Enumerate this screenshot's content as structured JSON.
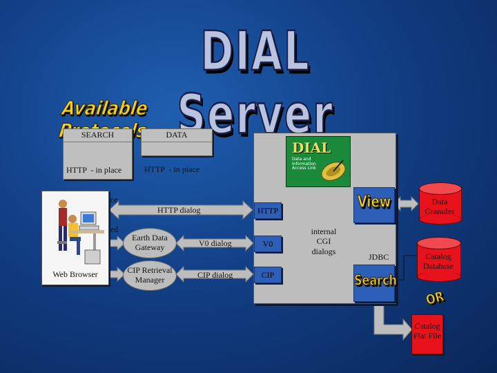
{
  "title": "DIAL Server",
  "subtitle": "Available Protocols",
  "search_box": {
    "header": "SEARCH",
    "lines": [
      "HTTP  - in place",
      "V0     - in place",
      "CIP    - planned"
    ]
  },
  "data_box": {
    "header": "DATA",
    "lines": [
      "HTTP  - in place"
    ]
  },
  "logo": {
    "text": "DIAL",
    "caption": "Data and Information Access Link"
  },
  "client_label": "Web Browser",
  "earth_data_gateway": "Earth Data Gateway",
  "cip_retrieval_manager": "CIP Retrieval Manager",
  "http_dialog": "HTTP dialog",
  "v0_dialog": "V0 dialog",
  "cip_dialog": "CIP dialog",
  "server_http": "HTTP",
  "server_v0": "V0",
  "server_cip": "CIP",
  "internal_cgi": "internal CGI dialogs",
  "view_label": "View",
  "search_label": "Search",
  "jdbc": "JDBC",
  "or_label": "OR",
  "data_granules": "Data Granules",
  "catalog_database": "Catalog Database",
  "catalog_flat_file": "Catalog Flat File",
  "colors": {
    "background": "#123f86",
    "accent_yellow": "#f6d21a",
    "storage_red": "#e8121d",
    "server_gray": "#bdbdbd",
    "channel_blue": "#2d5fb8"
  }
}
